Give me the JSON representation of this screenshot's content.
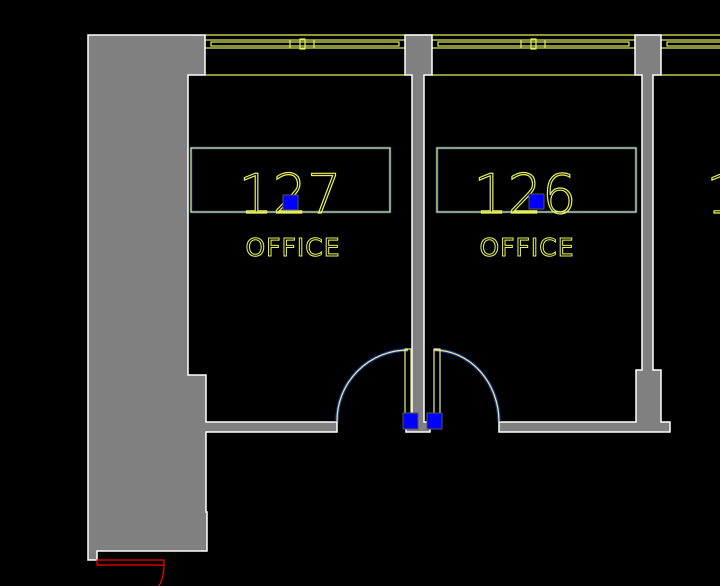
{
  "rooms": [
    {
      "number": "127",
      "name": "OFFICE"
    },
    {
      "number": "126",
      "name": "OFFICE"
    }
  ],
  "partial_room_number": "1",
  "colors": {
    "background": "#000000",
    "wall_fill": "#808080",
    "linework": "#e6f05a",
    "grip": "#0000ff",
    "highlight": "#ff0000"
  }
}
